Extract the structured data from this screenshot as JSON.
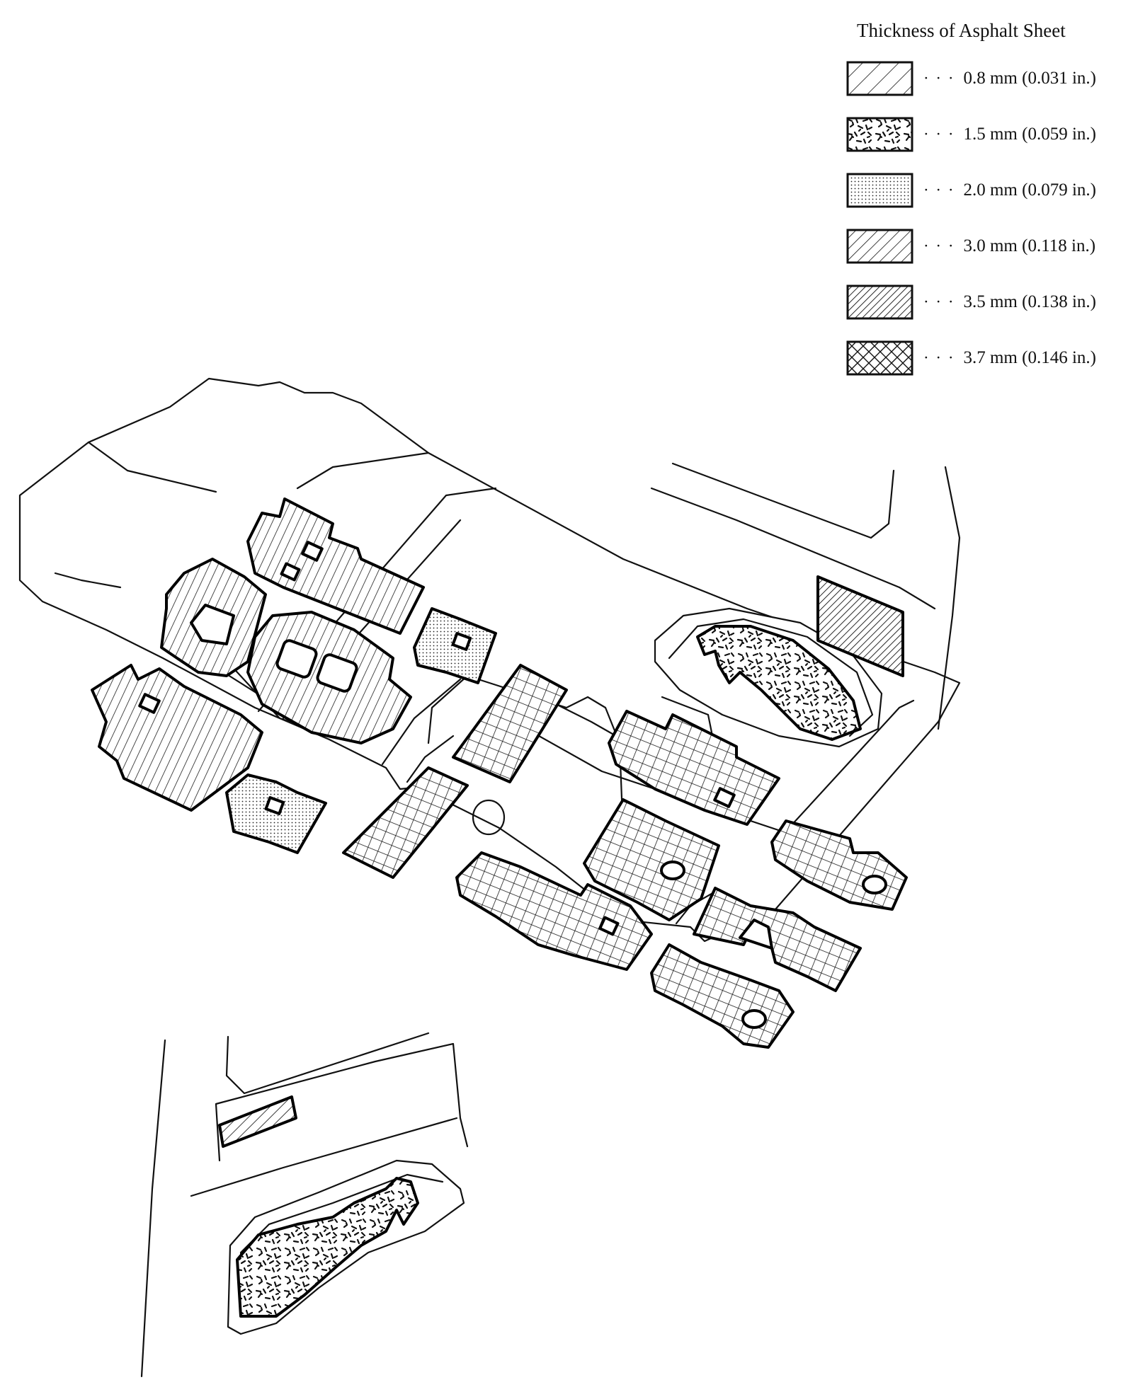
{
  "legend": {
    "title": "Thickness of Asphalt Sheet",
    "separator": "· · ·",
    "items": [
      {
        "pattern": "hatch-wide",
        "label": "0.8 mm (0.031 in.)"
      },
      {
        "pattern": "speckle",
        "label": "1.5 mm (0.059 in.)"
      },
      {
        "pattern": "dots",
        "label": "2.0 mm (0.079 in.)"
      },
      {
        "pattern": "hatch-medium",
        "label": "3.0 mm (0.118 in.)"
      },
      {
        "pattern": "hatch-dense",
        "label": "3.5 mm (0.138 in.)"
      },
      {
        "pattern": "crosshatch",
        "label": "3.7 mm (0.146 in.)"
      }
    ]
  },
  "colors": {
    "line": "#111111",
    "background": "#ffffff"
  }
}
